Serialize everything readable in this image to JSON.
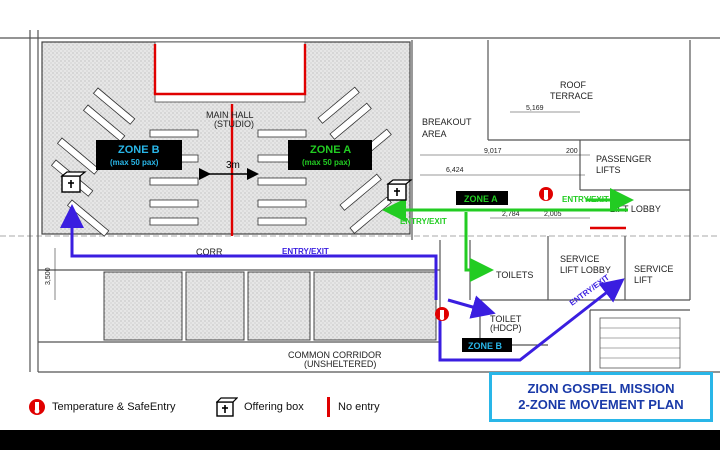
{
  "colors": {
    "zone_a_green": "#22cc22",
    "zone_b_blue": "#3a1ee0",
    "zone_b_label_text": "#29b6e8",
    "no_entry_red": "#e00000",
    "title_blue": "#1a3aa8",
    "title_border": "#29b6e8"
  },
  "rooms": {
    "main_hall": "MAIN HALL",
    "main_hall_sub": "(STUDIO)",
    "roof_terrace_1": "ROOF",
    "roof_terrace_2": "TERRACE",
    "breakout_1": "BREAKOUT",
    "breakout_2": "AREA",
    "passenger_lifts_1": "PASSENGER",
    "passenger_lifts_2": "LIFTS",
    "lift_lobby": "LIFT LOBBY",
    "service_lift_lobby_1": "SERVICE",
    "service_lift_lobby_2": "LIFT LOBBY",
    "service_lift_1": "SERVICE",
    "service_lift_2": "LIFT",
    "toilets": "TOILETS",
    "toilet_hdcp_1": "TOILET",
    "toilet_hdcp_2": "(HDCP)",
    "corr": "CORR",
    "common_corridor": "COMMON CORRIDOR",
    "common_corridor_sub": "(UNSHELTERED)"
  },
  "dimensions": {
    "d5169": "5,169",
    "d9017": "9,017",
    "d200": "200",
    "d6424": "6,424",
    "d2784": "2,784",
    "d2005": "2,005",
    "d3500": "3,500",
    "gap_3m": "3m"
  },
  "zones": {
    "zone_b_title": "ZONE B",
    "zone_b_cap": "(max 50 pax)",
    "zone_a_title": "ZONE A",
    "zone_a_cap": "(max 50 pax)",
    "zone_a_tag": "ZONE A",
    "zone_b_tag": "ZONE B"
  },
  "routes": {
    "entry_exit_green_1": "ENTRY/EXIT",
    "entry_exit_green_2": "ENTRY/EXIT",
    "entry_exit_blue_1": "ENTRY/EXIT",
    "entry_exit_blue_2": "ENTRY/EXIT"
  },
  "legend": {
    "temperature": "Temperature & SafeEntry",
    "offering": "Offering box",
    "no_entry": "No entry"
  },
  "title": {
    "line1": "ZION GOSPEL MISSION",
    "line2": "2-ZONE MOVEMENT PLAN"
  },
  "icons": [
    "thermometer-scan-icon",
    "offering-box-icon",
    "no-entry-line-icon"
  ]
}
